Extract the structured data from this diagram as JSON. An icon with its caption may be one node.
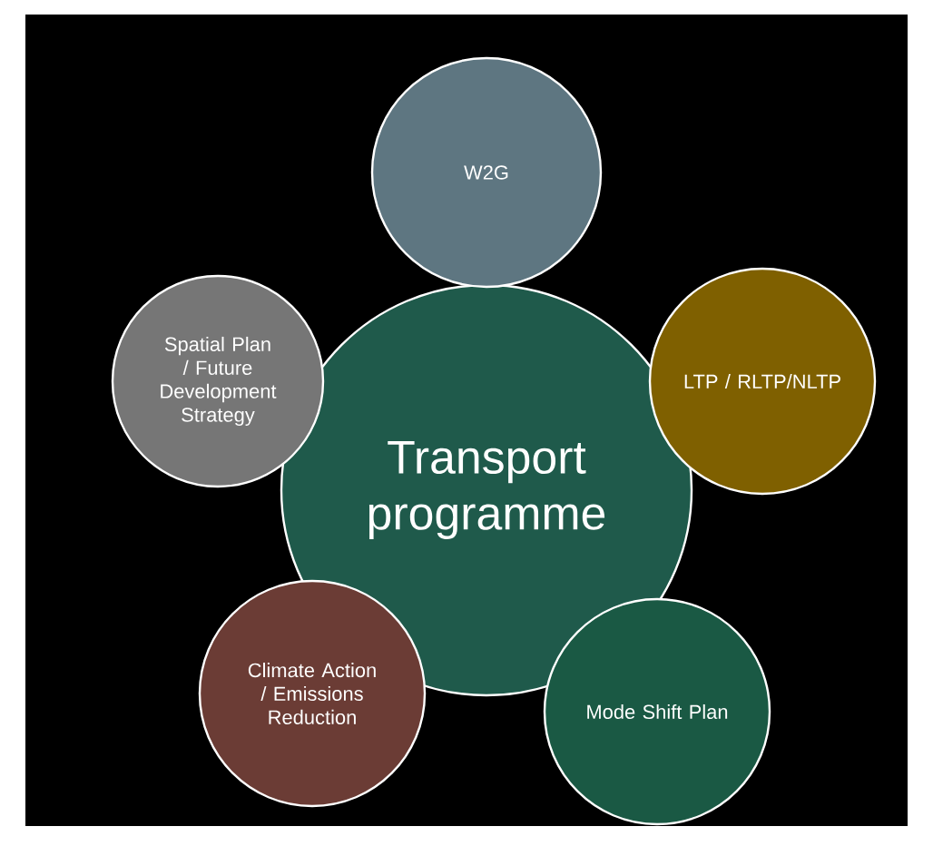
{
  "diagram": {
    "nodes": [
      {
        "text": [
          "W2G"
        ]
      },
      {
        "text": [
          "Spatial Plan / Future Development Strategy"
        ]
      },
      {
        "text": [
          "LTP / RLTP/NLTP"
        ]
      },
      {
        "text": [
          "Transport programme"
        ]
      },
      {
        "text": [
          "Climate Action / Emissions Reduction"
        ]
      },
      {
        "text": [
          "Mode Shift Plan"
        ]
      }
    ]
  }
}
